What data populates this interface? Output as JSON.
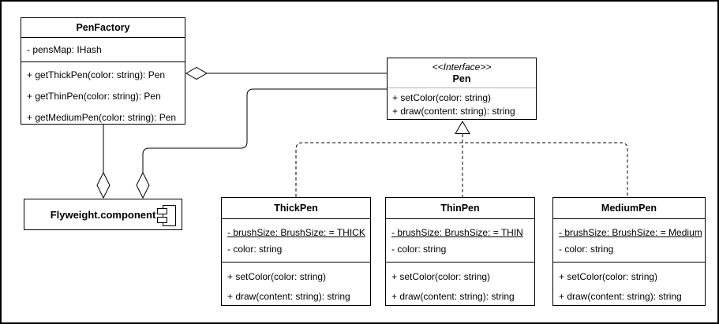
{
  "diagram": {
    "pen_factory": {
      "title": "PenFactory",
      "attributes": [
        "- pensMap: IHash"
      ],
      "methods": [
        "+ getThickPen(color: string): Pen",
        "+ getThinPen(color: string): Pen",
        "+ getMediumPen(color: string): Pen"
      ]
    },
    "pen_interface": {
      "stereotype": "<<Interface>>",
      "title": "Pen",
      "methods": [
        "+ setColor(color: string)",
        "+ draw(content: string): string"
      ]
    },
    "flyweight": {
      "title": "Flyweight.component"
    },
    "pen_classes": [
      {
        "title": "ThickPen",
        "static_attribute": "- brushSize: BrushSize: = THICK",
        "attributes": [
          "- color: string"
        ],
        "methods": [
          "+ setColor(color: string)",
          "+ draw(content: string): string"
        ]
      },
      {
        "title": "ThinPen",
        "static_attribute": "- brushSize: BrushSize: = THIN",
        "attributes": [
          "- color: string"
        ],
        "methods": [
          "+ setColor(color: string)",
          "+ draw(content: string): string"
        ]
      },
      {
        "title": "MediumPen",
        "static_attribute": "- brushSize: BrushSize: = Medium",
        "attributes": [
          "- color: string"
        ],
        "methods": [
          "+ setColor(color: string)",
          "+ draw(content: string): string"
        ]
      }
    ],
    "relationships": [
      {
        "type": "aggregation",
        "diamond_end": "PenFactory",
        "other_end": "Pen",
        "line_style": "solid"
      },
      {
        "type": "aggregation",
        "diamond_end": "Flyweight.component",
        "other_end": "PenFactory",
        "line_style": "solid"
      },
      {
        "type": "aggregation",
        "diamond_end": "Flyweight.component",
        "other_end": "Pen",
        "line_style": "solid"
      },
      {
        "type": "realization",
        "triangle_end": "Pen",
        "other_end": "ThickPen",
        "line_style": "dashed"
      },
      {
        "type": "realization",
        "triangle_end": "Pen",
        "other_end": "ThinPen",
        "line_style": "dashed"
      },
      {
        "type": "realization",
        "triangle_end": "Pen",
        "other_end": "MediumPen",
        "line_style": "dashed"
      }
    ],
    "colors": {
      "line": "#000000",
      "background": "#ffffff",
      "interface_divider": "#b3b3b3"
    }
  }
}
